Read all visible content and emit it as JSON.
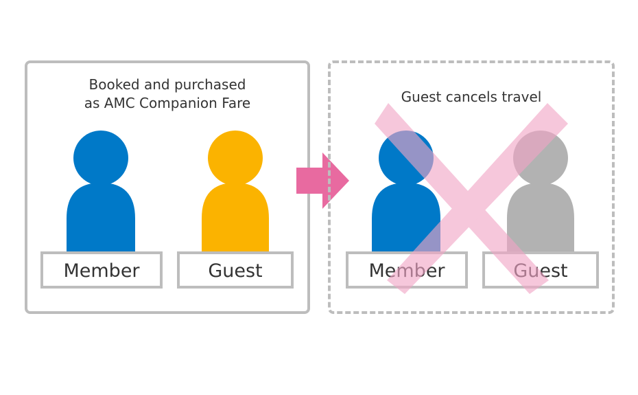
{
  "left_panel": {
    "heading": "Booked and purchased\nas AMC Companion Fare",
    "member_label": "Member",
    "guest_label": "Guest"
  },
  "right_panel": {
    "heading": "Guest cancels travel",
    "member_label": "Member",
    "guest_label": "Guest"
  },
  "colors": {
    "member": "#0079c8",
    "guest": "#fbb300",
    "guest_cancelled": "#b2b2b2",
    "arrow": "#e86aa0",
    "cross": "#f2a5c6",
    "border": "#bdbdbd"
  }
}
